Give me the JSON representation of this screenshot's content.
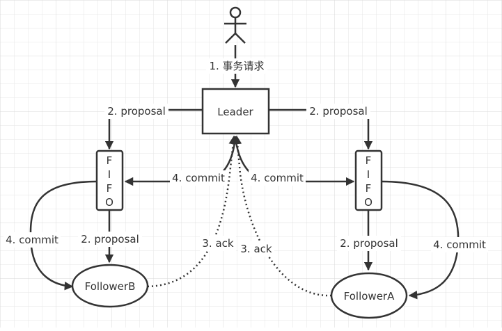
{
  "diagram": {
    "nodes": {
      "leader": "Leader",
      "fifo_left": [
        "F",
        "I",
        "F",
        "O"
      ],
      "fifo_right": [
        "F",
        "I",
        "F",
        "O"
      ],
      "follower_b": "FollowerB",
      "follower_a": "FollowerA"
    },
    "edges": {
      "request": "1. 事务请求",
      "proposal_leader_left": "2. proposal",
      "proposal_leader_right": "2. proposal",
      "commit_leader_left": "4. commit",
      "commit_leader_right": "4. commit",
      "commit_fifo_left_to_b": "4. commit",
      "proposal_fifo_left_to_b": "2. proposal",
      "proposal_fifo_right_to_a": "2. proposal",
      "commit_fifo_right_to_a": "4. commit",
      "ack_b": "3. ack",
      "ack_a": "3. ack"
    },
    "colors": {
      "stroke": "#333333",
      "grid": "#e3e3e3",
      "background": "#ffffff"
    }
  }
}
